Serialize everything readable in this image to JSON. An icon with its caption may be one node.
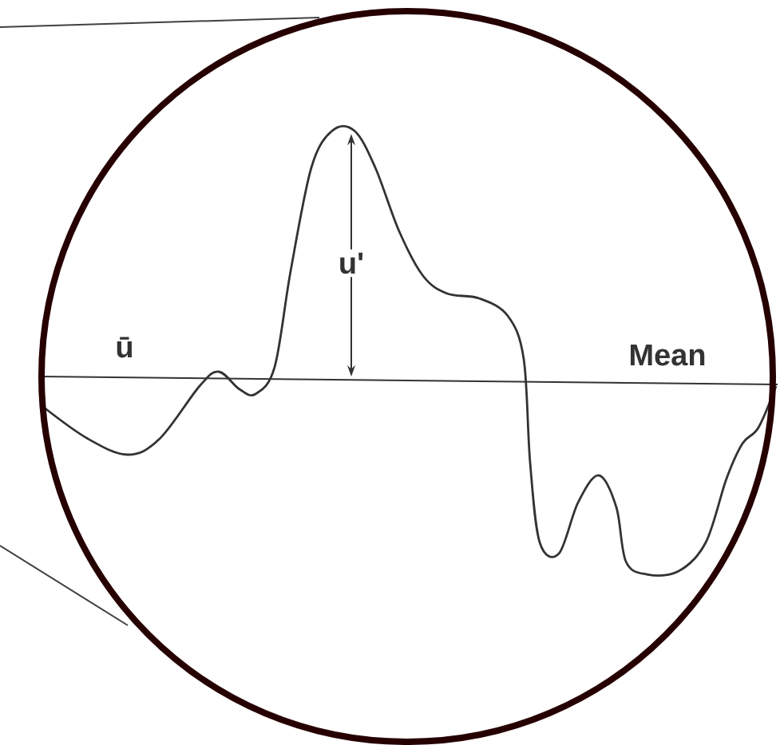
{
  "diagram": {
    "labels": [
      "u'",
      "ū",
      "Mean"
    ]
  }
}
